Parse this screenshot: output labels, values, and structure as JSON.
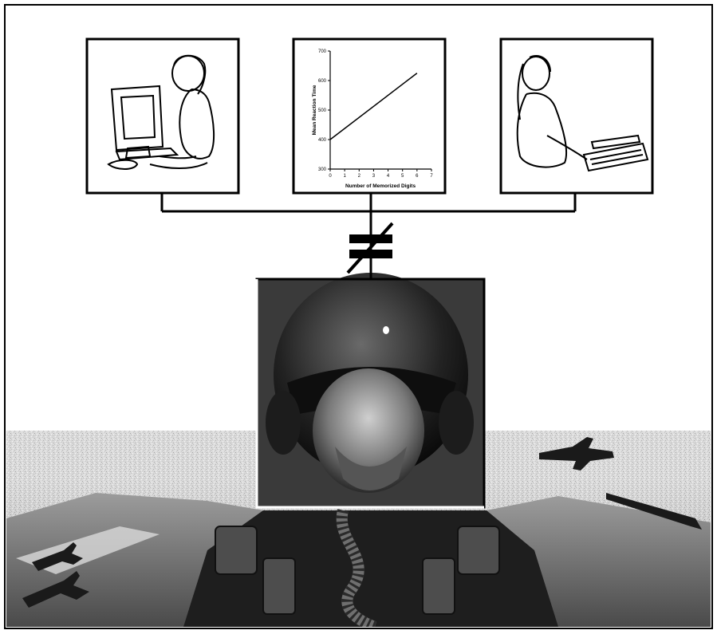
{
  "figure": {
    "concept": "not-equal",
    "panels": [
      {
        "icon": "computer-user-icon"
      },
      {
        "icon": "line-chart-icon"
      },
      {
        "icon": "keyboard-user-icon"
      }
    ],
    "connector_symbol": "not-equal-icon",
    "lower_scene": {
      "icon": "fighter-pilot-icon"
    }
  },
  "chart_data": {
    "type": "line",
    "xlabel": "Number of Memorized Digits",
    "ylabel": "Mean Reaction Time",
    "x_ticks": [
      "0",
      "1",
      "2",
      "3",
      "4",
      "5",
      "6",
      "7"
    ],
    "y_ticks": [
      "300",
      "400",
      "500",
      "600",
      "700"
    ],
    "xlim": [
      0,
      7
    ],
    "ylim": [
      300,
      700
    ],
    "series": [
      {
        "x": [
          0,
          6
        ],
        "values": [
          400,
          625
        ]
      }
    ]
  }
}
